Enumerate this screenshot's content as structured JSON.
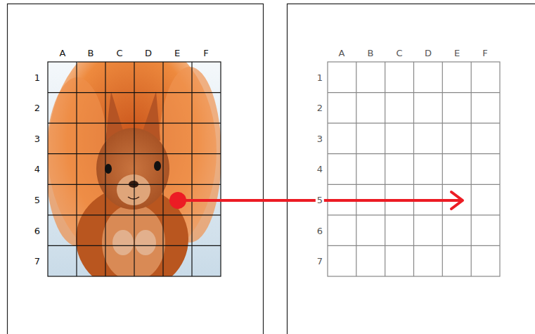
{
  "diagram": {
    "labels": [
      "A",
      "B",
      "C",
      "D",
      "E",
      "F",
      "1",
      "2",
      "3",
      "4",
      "5",
      "6",
      "7",
      "A",
      "B",
      "C",
      "D",
      "E",
      "F",
      "1",
      "2",
      "3",
      "4",
      "5",
      "6",
      "7"
    ]
  }
}
